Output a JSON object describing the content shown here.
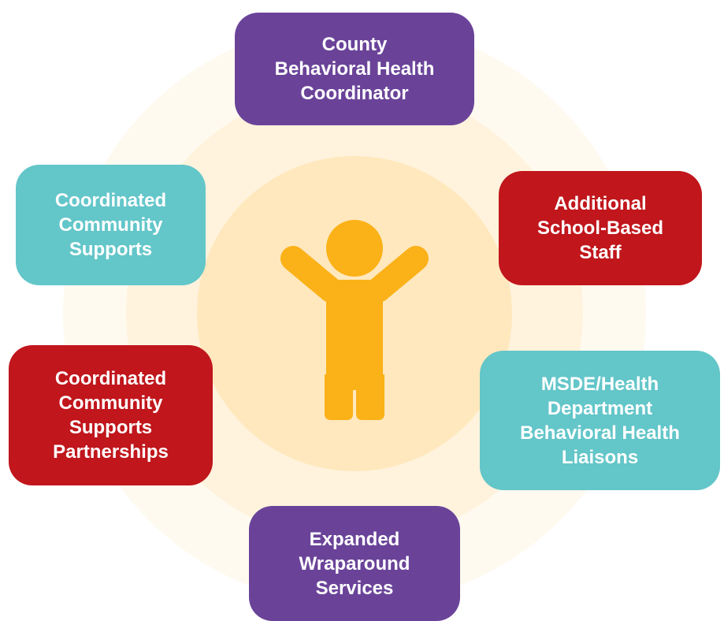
{
  "colors": {
    "purple": "#6a4399",
    "teal": "#63c6c9",
    "red": "#c0161c",
    "figure": "#fbb118",
    "ring_outer": "#fffaf0",
    "ring_middle": "#fff3dd",
    "ring_inner": "#ffe8bd"
  },
  "center": {
    "icon": "child-arms-raised-icon"
  },
  "nodes": {
    "top": {
      "label": "County\nBehavioral Health\nCoordinator"
    },
    "top_left": {
      "label": "Coordinated\nCommunity\nSupports"
    },
    "top_right": {
      "label": "Additional\nSchool-Based\nStaff"
    },
    "bottom_left": {
      "label": "Coordinated\nCommunity\nSupports\nPartnerships"
    },
    "bottom_right": {
      "label": "MSDE/Health\nDepartment\nBehavioral Health\nLiaisons"
    },
    "bottom": {
      "label": "Expanded\nWraparound\nServices"
    }
  }
}
